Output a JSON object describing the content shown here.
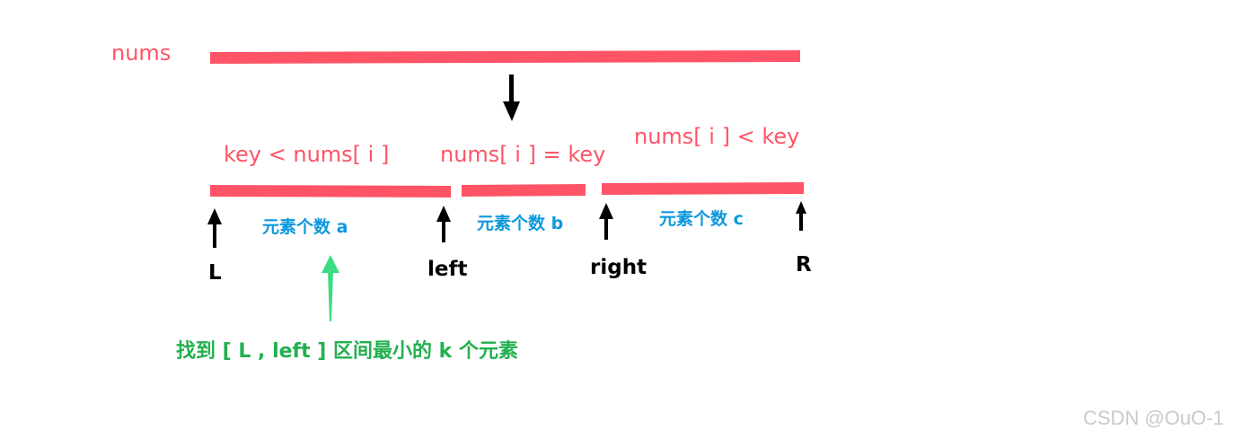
{
  "top_bar": {
    "label": "nums"
  },
  "segments": {
    "left": {
      "condition": "key < nums[ i ]",
      "count_label": "元素个数 a"
    },
    "middle": {
      "condition": "nums[ i ] = key",
      "count_label": "元素个数 b"
    },
    "right": {
      "condition": "nums[ i ] < key",
      "count_label": "元素个数 c"
    }
  },
  "pointers": {
    "L": "L",
    "left": "left",
    "right": "right",
    "R": "R"
  },
  "conclusion": "找到 [ L , left ] 区间最小的 k 个元素",
  "watermark": "CSDN @OuO-1",
  "colors": {
    "bar": "#ff5466",
    "condition_text": "#ff5466",
    "count_text": "#0e98dd",
    "pointer_arrow": "#000000",
    "highlight_arrow": "#3ddc84",
    "conclusion_text": "#22b04f",
    "watermark_text": "#c9c9c9"
  }
}
